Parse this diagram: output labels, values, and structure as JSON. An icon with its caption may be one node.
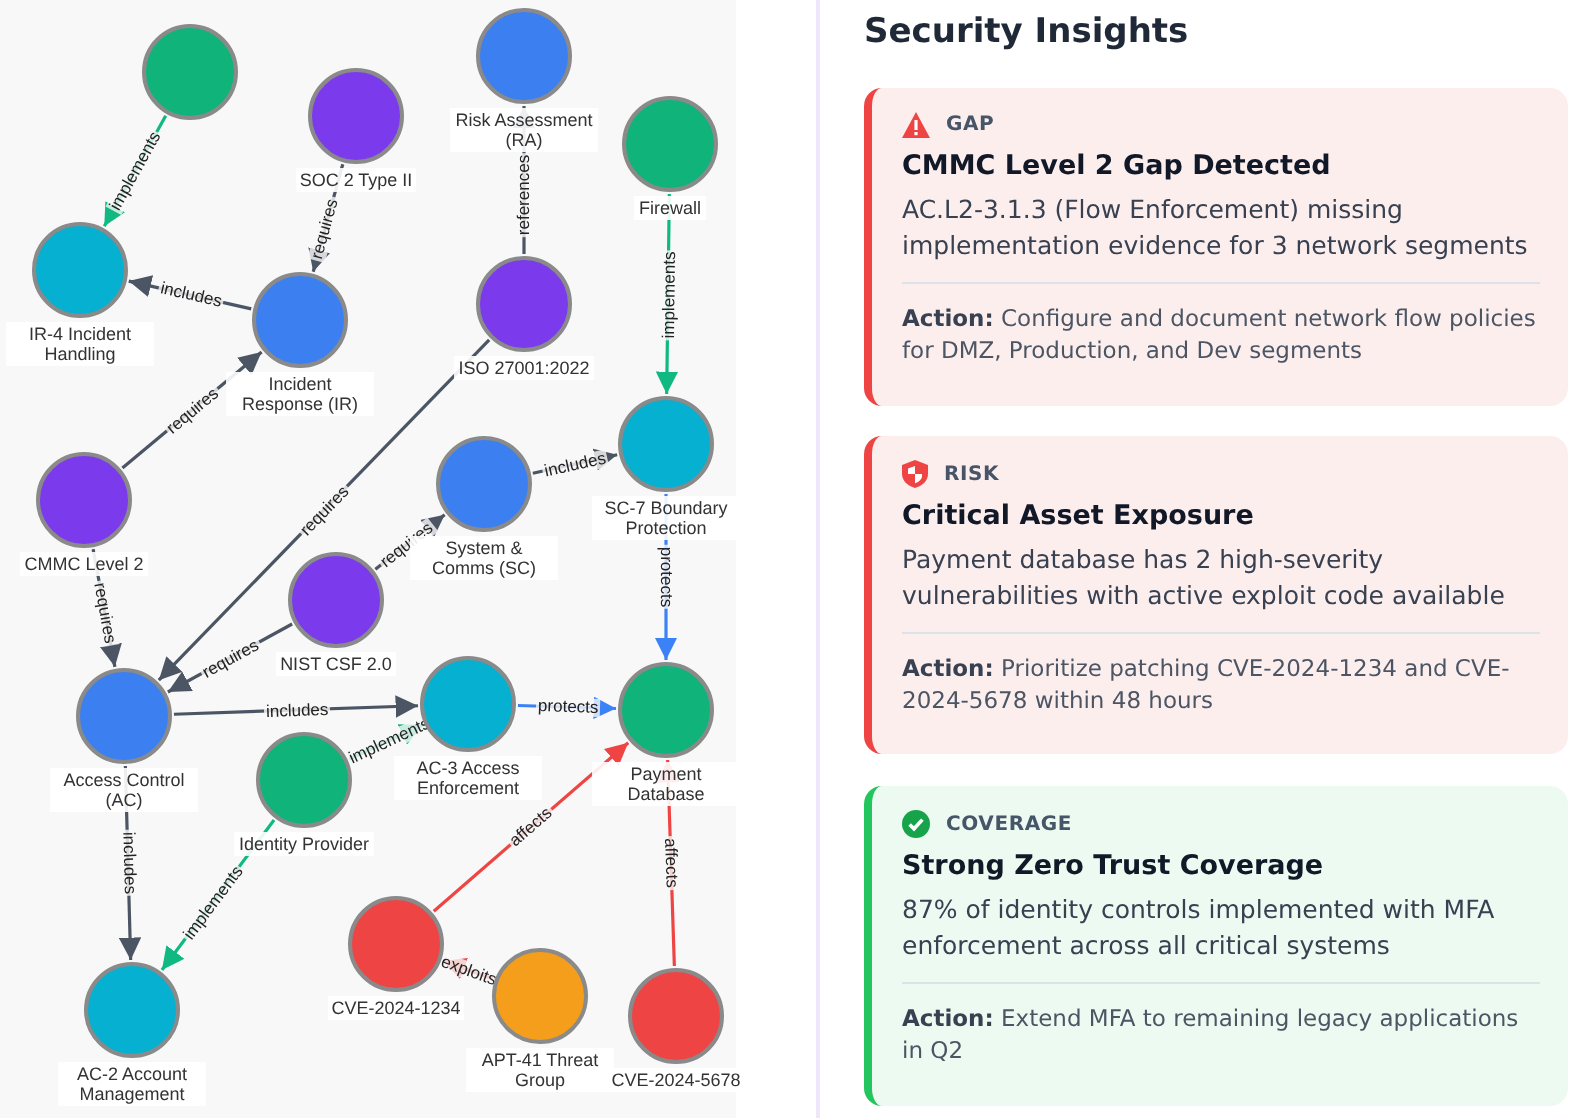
{
  "diagram": {
    "nodes": [
      {
        "text": [],
        "shape": "circle"
      },
      {
        "text": [
          "SOC 2 Type II"
        ]
      },
      {
        "text": [
          "Risk Assessment (RA)"
        ]
      },
      {
        "text": [
          "IR-4 Incident Handling"
        ]
      },
      {
        "text": [
          "Incident Response (IR)"
        ]
      },
      {
        "text": [
          "ISO 27001:2022"
        ]
      },
      {
        "text": [
          "Firewall"
        ]
      },
      {
        "text": [
          "CMMC Level 2"
        ]
      },
      {
        "text": [
          "System & Comms (SC)"
        ]
      },
      {
        "text": [
          "SC-7 Boundary Protection"
        ]
      },
      {
        "text": [
          "NIST CSF 2.0"
        ]
      },
      {
        "text": [
          "Access Control (AC)"
        ]
      },
      {
        "text": [
          "AC-3 Access Enforcement"
        ]
      },
      {
        "text": [
          "Payment Database"
        ]
      },
      {
        "text": [
          "Identity Provider"
        ]
      },
      {
        "text": [
          "CVE-2024-1234"
        ]
      },
      {
        "text": [
          "APT-41 Threat Group"
        ]
      },
      {
        "text": [
          "AC-2 Account Management"
        ]
      },
      {
        "text": [
          "CVE-2024-5678"
        ]
      },
      {
        "text": [
          "Security Insights"
        ]
      },
      {
        "text": [
          "GAP",
          "CMMC Level 2 Gap Detected",
          "AC.L2-3.1.3 (Flow Enforcement) missing implementation evidence for 3 network segments",
          "**Action:** Configure and document network flow policies for DMZ, Production, and Dev segments"
        ],
        "in": 19
      },
      {
        "text": [
          "RISK",
          "Critical Asset Exposure",
          "Payment database has 2 high-severity vulnerabilities with active exploit code available",
          "**Action:** Prioritize patching CVE-2024-1234 and CVE-2024-5678 within 48 hours"
        ],
        "in": 19
      },
      {
        "text": [
          "COVERAGE",
          "Strong Zero Trust Coverage",
          "87% of identity controls implemented with MFA enforcement across all critical systems",
          "**Action:** Extend MFA to remaining legacy applications in Q2"
        ],
        "in": 19
      }
    ],
    "edges": [
      {
        "from": 0,
        "to": 3,
        "arrow": "to",
        "label": "implements",
        "color": "#10b981"
      },
      {
        "from": 1,
        "to": 4,
        "arrow": "to",
        "label": "requires"
      },
      {
        "from": 5,
        "to": 2,
        "arrow": "to",
        "label": "references"
      },
      {
        "from": 4,
        "to": 3,
        "arrow": "to",
        "label": "includes"
      },
      {
        "from": 7,
        "to": 4,
        "arrow": "to",
        "label": "requires"
      },
      {
        "from": 5,
        "to": 11,
        "arrow": "to",
        "label": "requires"
      },
      {
        "from": 6,
        "to": 9,
        "arrow": "to",
        "label": "implements",
        "color": "#10b981"
      },
      {
        "from": 8,
        "to": 9,
        "arrow": "to",
        "label": "includes"
      },
      {
        "from": 10,
        "to": 8,
        "arrow": "to",
        "label": "requires"
      },
      {
        "from": 7,
        "to": 11,
        "arrow": "to",
        "label": "requires"
      },
      {
        "from": 10,
        "to": 11,
        "arrow": "to",
        "label": "requires"
      },
      {
        "from": 11,
        "to": 12,
        "arrow": "to",
        "label": "includes"
      },
      {
        "from": 12,
        "to": 13,
        "arrow": "to",
        "label": "protects",
        "color": "#3b82f6"
      },
      {
        "from": 9,
        "to": 13,
        "arrow": "to",
        "label": "protects",
        "color": "#3b82f6"
      },
      {
        "from": 14,
        "to": 12,
        "arrow": "to",
        "label": "implements",
        "color": "#10b981"
      },
      {
        "from": 11,
        "to": 17,
        "arrow": "to",
        "label": "includes"
      },
      {
        "from": 14,
        "to": 17,
        "arrow": "to",
        "label": "implements",
        "color": "#10b981"
      },
      {
        "from": 15,
        "to": 13,
        "arrow": "to",
        "label": "affects",
        "color": "#ef4444"
      },
      {
        "from": 16,
        "to": 15,
        "arrow": "to",
        "label": "exploits",
        "color": "#ef4444"
      },
      {
        "from": 18,
        "to": 13,
        "arrow": "to",
        "label": "affects",
        "color": "#ef4444"
      }
    ]
  }
}
